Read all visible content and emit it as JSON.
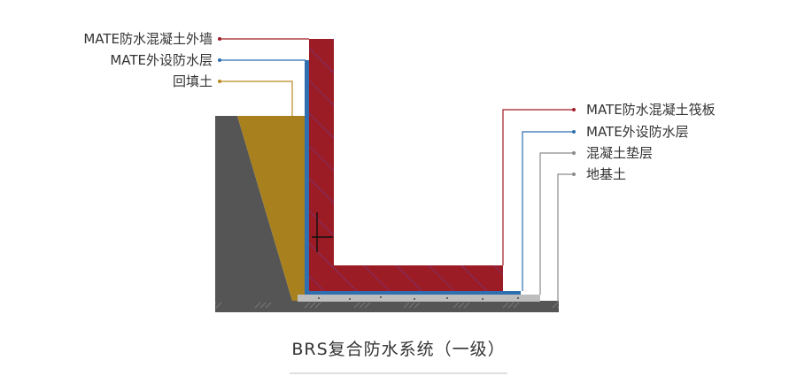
{
  "labels_left": [
    {
      "text": "MATE防水混凝土外墙",
      "color": "#a11c25"
    },
    {
      "text": "MATE外设防水层",
      "color": "#2f6fb0"
    },
    {
      "text": "回填土",
      "color": "#b8891f"
    }
  ],
  "labels_right": [
    {
      "text": "MATE防水混凝土筏板",
      "color": "#a11c25"
    },
    {
      "text": "MATE外设防水层",
      "color": "#2f6fb0"
    },
    {
      "text": "混凝土垫层",
      "color": "#8a8a8a"
    },
    {
      "text": "地基土",
      "color": "#8a8a8a"
    }
  ],
  "caption": "BRS复合防水系统（一级）",
  "colors": {
    "concrete_red": "#9b1c24",
    "hatch": "#6a3fa8",
    "membrane_blue": "#2f6fb0",
    "backfill": "#a8801e",
    "soil": "#555555",
    "cushion": "#bdbdbd"
  }
}
